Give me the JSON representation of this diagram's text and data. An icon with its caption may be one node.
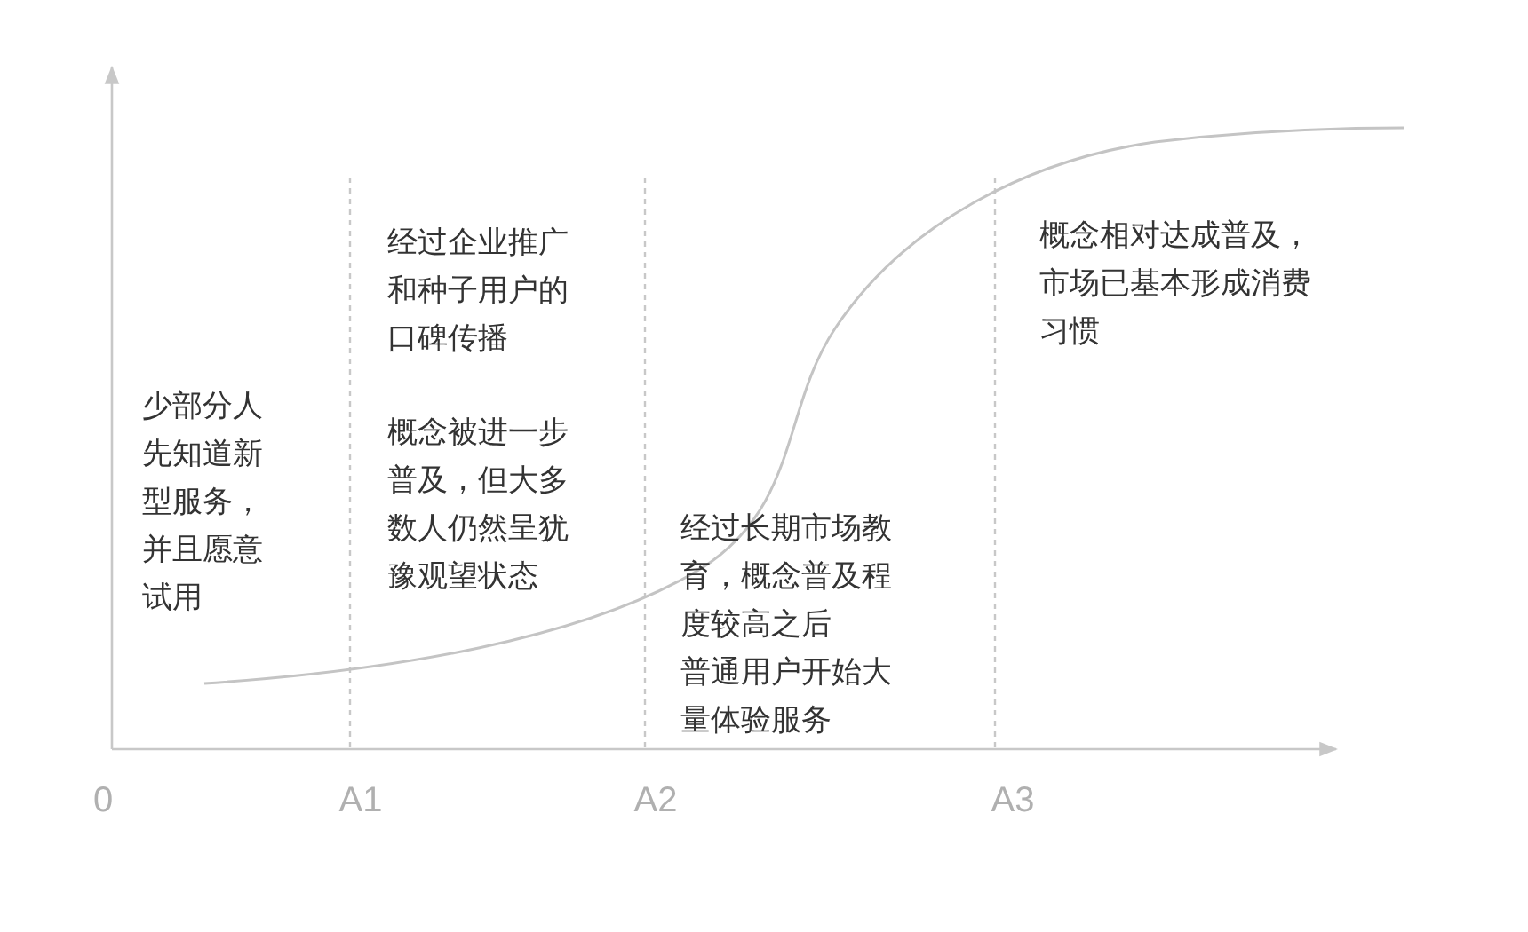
{
  "diagram": {
    "labels": [
      "经过企业推广和种子用户的口碑传播",
      "概念相对达成普及，市场已基本形成消费习惯",
      "少部分人先知道新型服务，并且愿意试用",
      "概念被进一步普及，但大多数人仍然呈犹豫观望状态",
      "经过长期市场教育，概念普及程度较高之后",
      "普通用户开始大量体验服务",
      "0",
      "A1",
      "A2",
      "A3"
    ]
  }
}
